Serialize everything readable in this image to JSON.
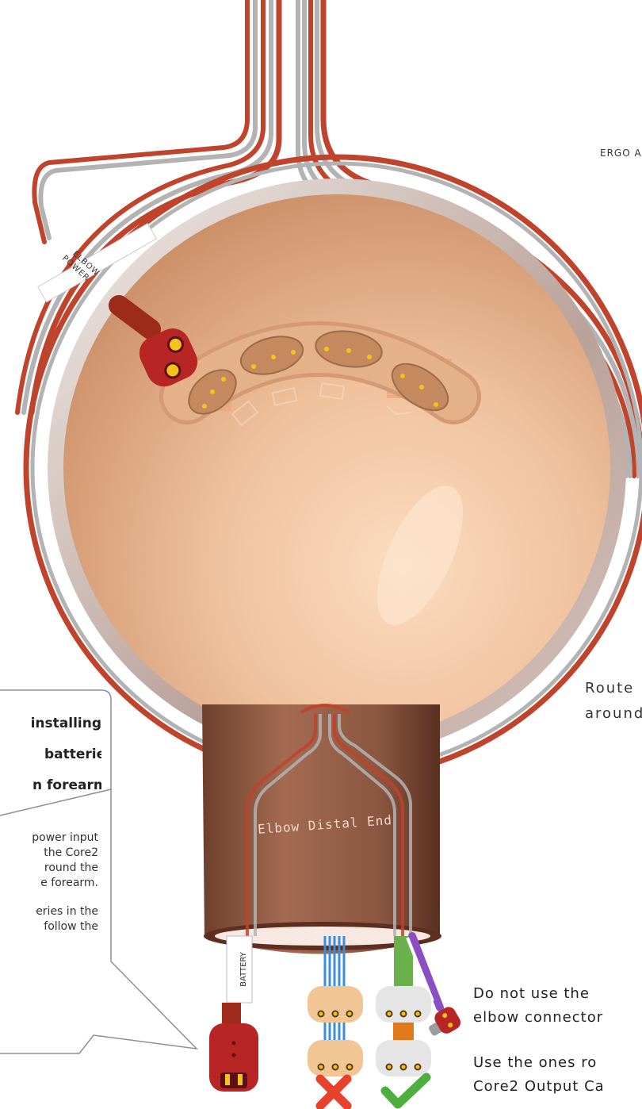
{
  "labels": {
    "ergo": "ERGO A",
    "elbow_power_line1": "ELBOW",
    "elbow_power_line2": "POWER",
    "battery_tag": "BATTERY",
    "elbow_distal_end": "Elbow Distal End"
  },
  "notes": {
    "route_line1": "Route",
    "route_line2": "around",
    "donot_line1": "Do not use the",
    "donot_line2": "elbow connector",
    "use_line1": "Use the ones ro",
    "use_line2": "Core2 Output Ca"
  },
  "callout": {
    "title_line1": "installing",
    "title_line2": "batteries",
    "title_line3": "n forearm",
    "body_line1": "power input",
    "body_line2": "the Core2",
    "body_line3": "round the",
    "body_line4": "e forearm.",
    "body2_line1": "eries in the",
    "body2_line2": "follow the"
  },
  "status_icons": {
    "wrong": "cross-icon",
    "right": "check-icon"
  },
  "colors": {
    "cable_red": "#c0432b",
    "cable_grey": "#a9a9a9",
    "socket_bg": "#e8b08a",
    "ring": "#c9b5ab",
    "forearm": "#8a5640",
    "connector_red": "#b82525",
    "connector_tan": "#f2c595",
    "ribbon_blue": "#3b8fd6",
    "ribbon_green": "#6ab04c",
    "cross": "#e8412c",
    "check": "#4caf3e"
  }
}
